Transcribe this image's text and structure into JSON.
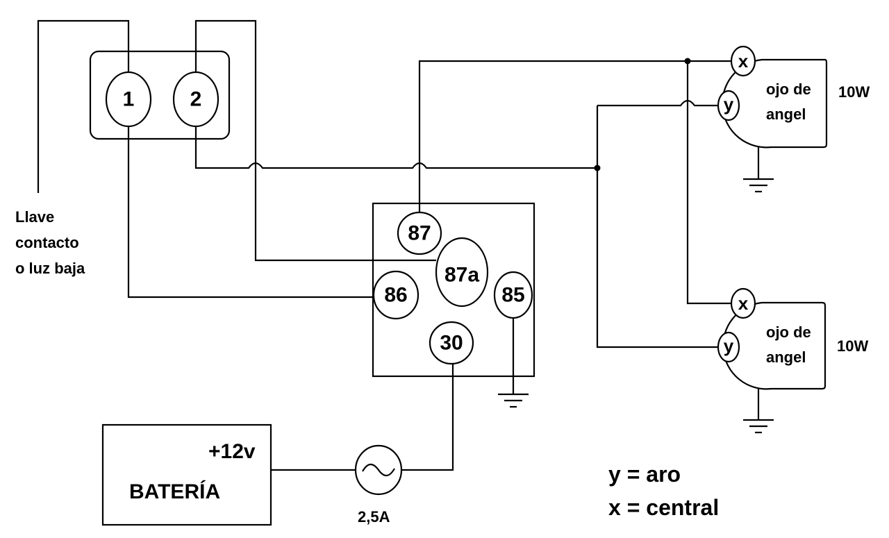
{
  "switch": {
    "pin1": "1",
    "pin2": "2"
  },
  "relay": {
    "p87": "87",
    "p87a": "87a",
    "p86": "86",
    "p85": "85",
    "p30": "30"
  },
  "key_label": [
    "Llave",
    "contacto",
    "o luz baja"
  ],
  "lamp_top": {
    "x": "x",
    "y": "y",
    "line1": "ojo de",
    "line2": "angel",
    "power": "10W"
  },
  "lamp_bottom": {
    "x": "x",
    "y": "y",
    "line1": "ojo de",
    "line2": "angel",
    "power": "10W"
  },
  "battery": {
    "voltage": "+12v",
    "name": "BATERÍA"
  },
  "fuse": {
    "rating": "2,5A"
  },
  "legend": {
    "line1": "y = aro",
    "line2": "x = central"
  }
}
